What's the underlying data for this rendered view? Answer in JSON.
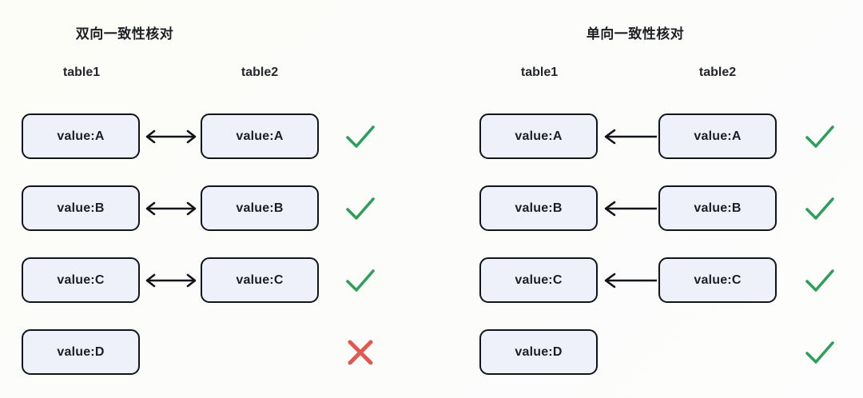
{
  "diagram": {
    "background_color": "#fdfdfa",
    "box_fill_color": "#eef1f9",
    "box_border_color": "#111418",
    "check_color": "#2e9e5b",
    "cross_color": "#e0584f",
    "arrow_color": "#111418"
  },
  "panels": [
    {
      "id": "bidirectional",
      "title": "双向一致性核对",
      "columns": [
        {
          "label": "table1"
        },
        {
          "label": "table2"
        }
      ],
      "rows": [
        {
          "left": "value:A",
          "right": "value:A",
          "arrow": "double",
          "status": "check"
        },
        {
          "left": "value:B",
          "right": "value:B",
          "arrow": "double",
          "status": "check"
        },
        {
          "left": "value:C",
          "right": "value:C",
          "arrow": "double",
          "status": "check"
        },
        {
          "left": "value:D",
          "right": "",
          "arrow": "none",
          "status": "cross"
        }
      ]
    },
    {
      "id": "unidirectional",
      "title": "单向一致性核对",
      "columns": [
        {
          "label": "table1"
        },
        {
          "label": "table2"
        }
      ],
      "rows": [
        {
          "left": "value:A",
          "right": "value:A",
          "arrow": "left",
          "status": "check"
        },
        {
          "left": "value:B",
          "right": "value:B",
          "arrow": "left",
          "status": "check"
        },
        {
          "left": "value:C",
          "right": "value:C",
          "arrow": "left",
          "status": "check"
        },
        {
          "left": "value:D",
          "right": "",
          "arrow": "none",
          "status": "check"
        }
      ]
    }
  ]
}
